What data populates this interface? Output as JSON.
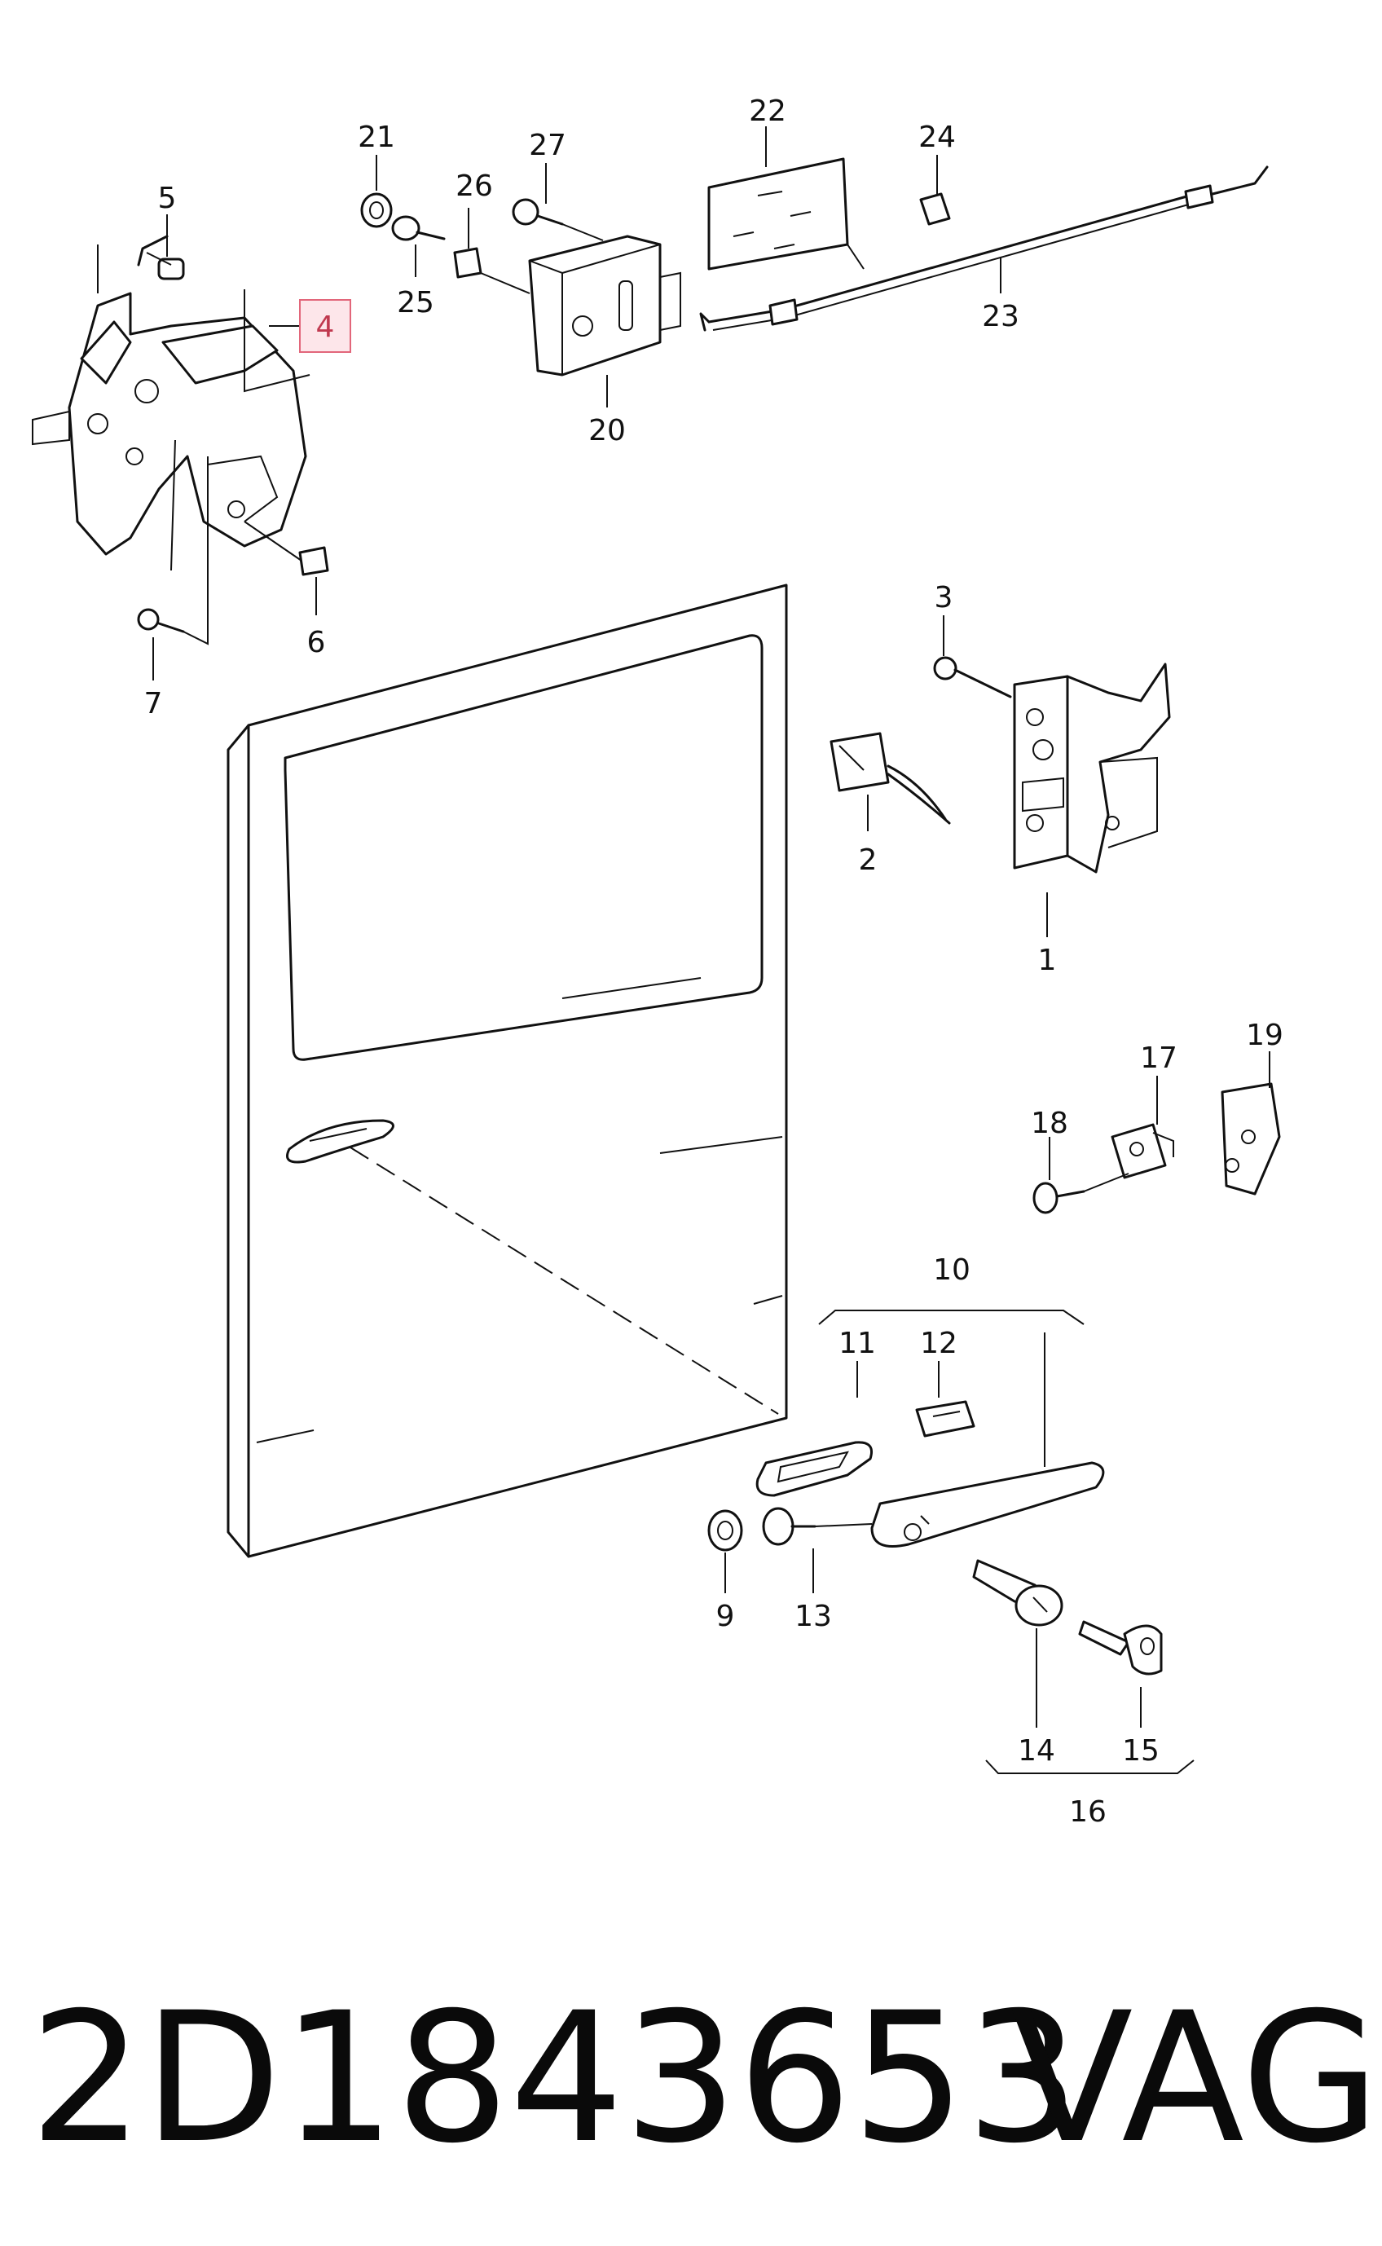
{
  "diagram": {
    "highlighted_label": "4",
    "callouts": [
      "1",
      "2",
      "3",
      "5",
      "6",
      "7",
      "9",
      "10",
      "11",
      "12",
      "13",
      "14",
      "15",
      "16",
      "17",
      "18",
      "19",
      "20",
      "21",
      "22",
      "23",
      "24",
      "25",
      "26",
      "27"
    ]
  },
  "footer": {
    "part_number": "2D1843653",
    "brand": "VAG"
  },
  "colors": {
    "highlight_fill": "#fde6ea",
    "highlight_stroke": "#e2667a",
    "line": "#111111"
  }
}
